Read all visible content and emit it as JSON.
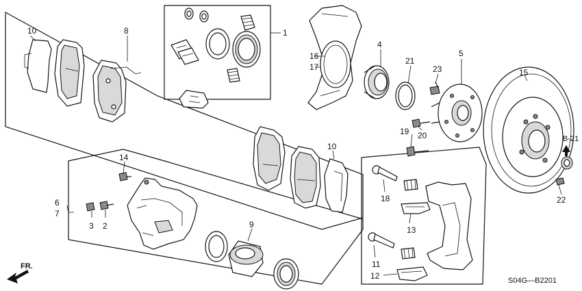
{
  "labels": {
    "l1": "1",
    "l2": "2",
    "l3": "3",
    "l4": "4",
    "l5": "5",
    "l6": "6",
    "l7": "7",
    "l8": "8",
    "l9": "9",
    "l10a": "10",
    "l10b": "10",
    "l11": "11",
    "l12": "12",
    "l13": "13",
    "l14": "14",
    "l15": "15",
    "l16": "16",
    "l17": "17",
    "l18": "18",
    "l19": "19",
    "l20": "20",
    "l21": "21",
    "l22": "22",
    "l23": "23"
  },
  "ref": "B-21",
  "direction": "FR.",
  "diagram_code": "S04G—B2201"
}
